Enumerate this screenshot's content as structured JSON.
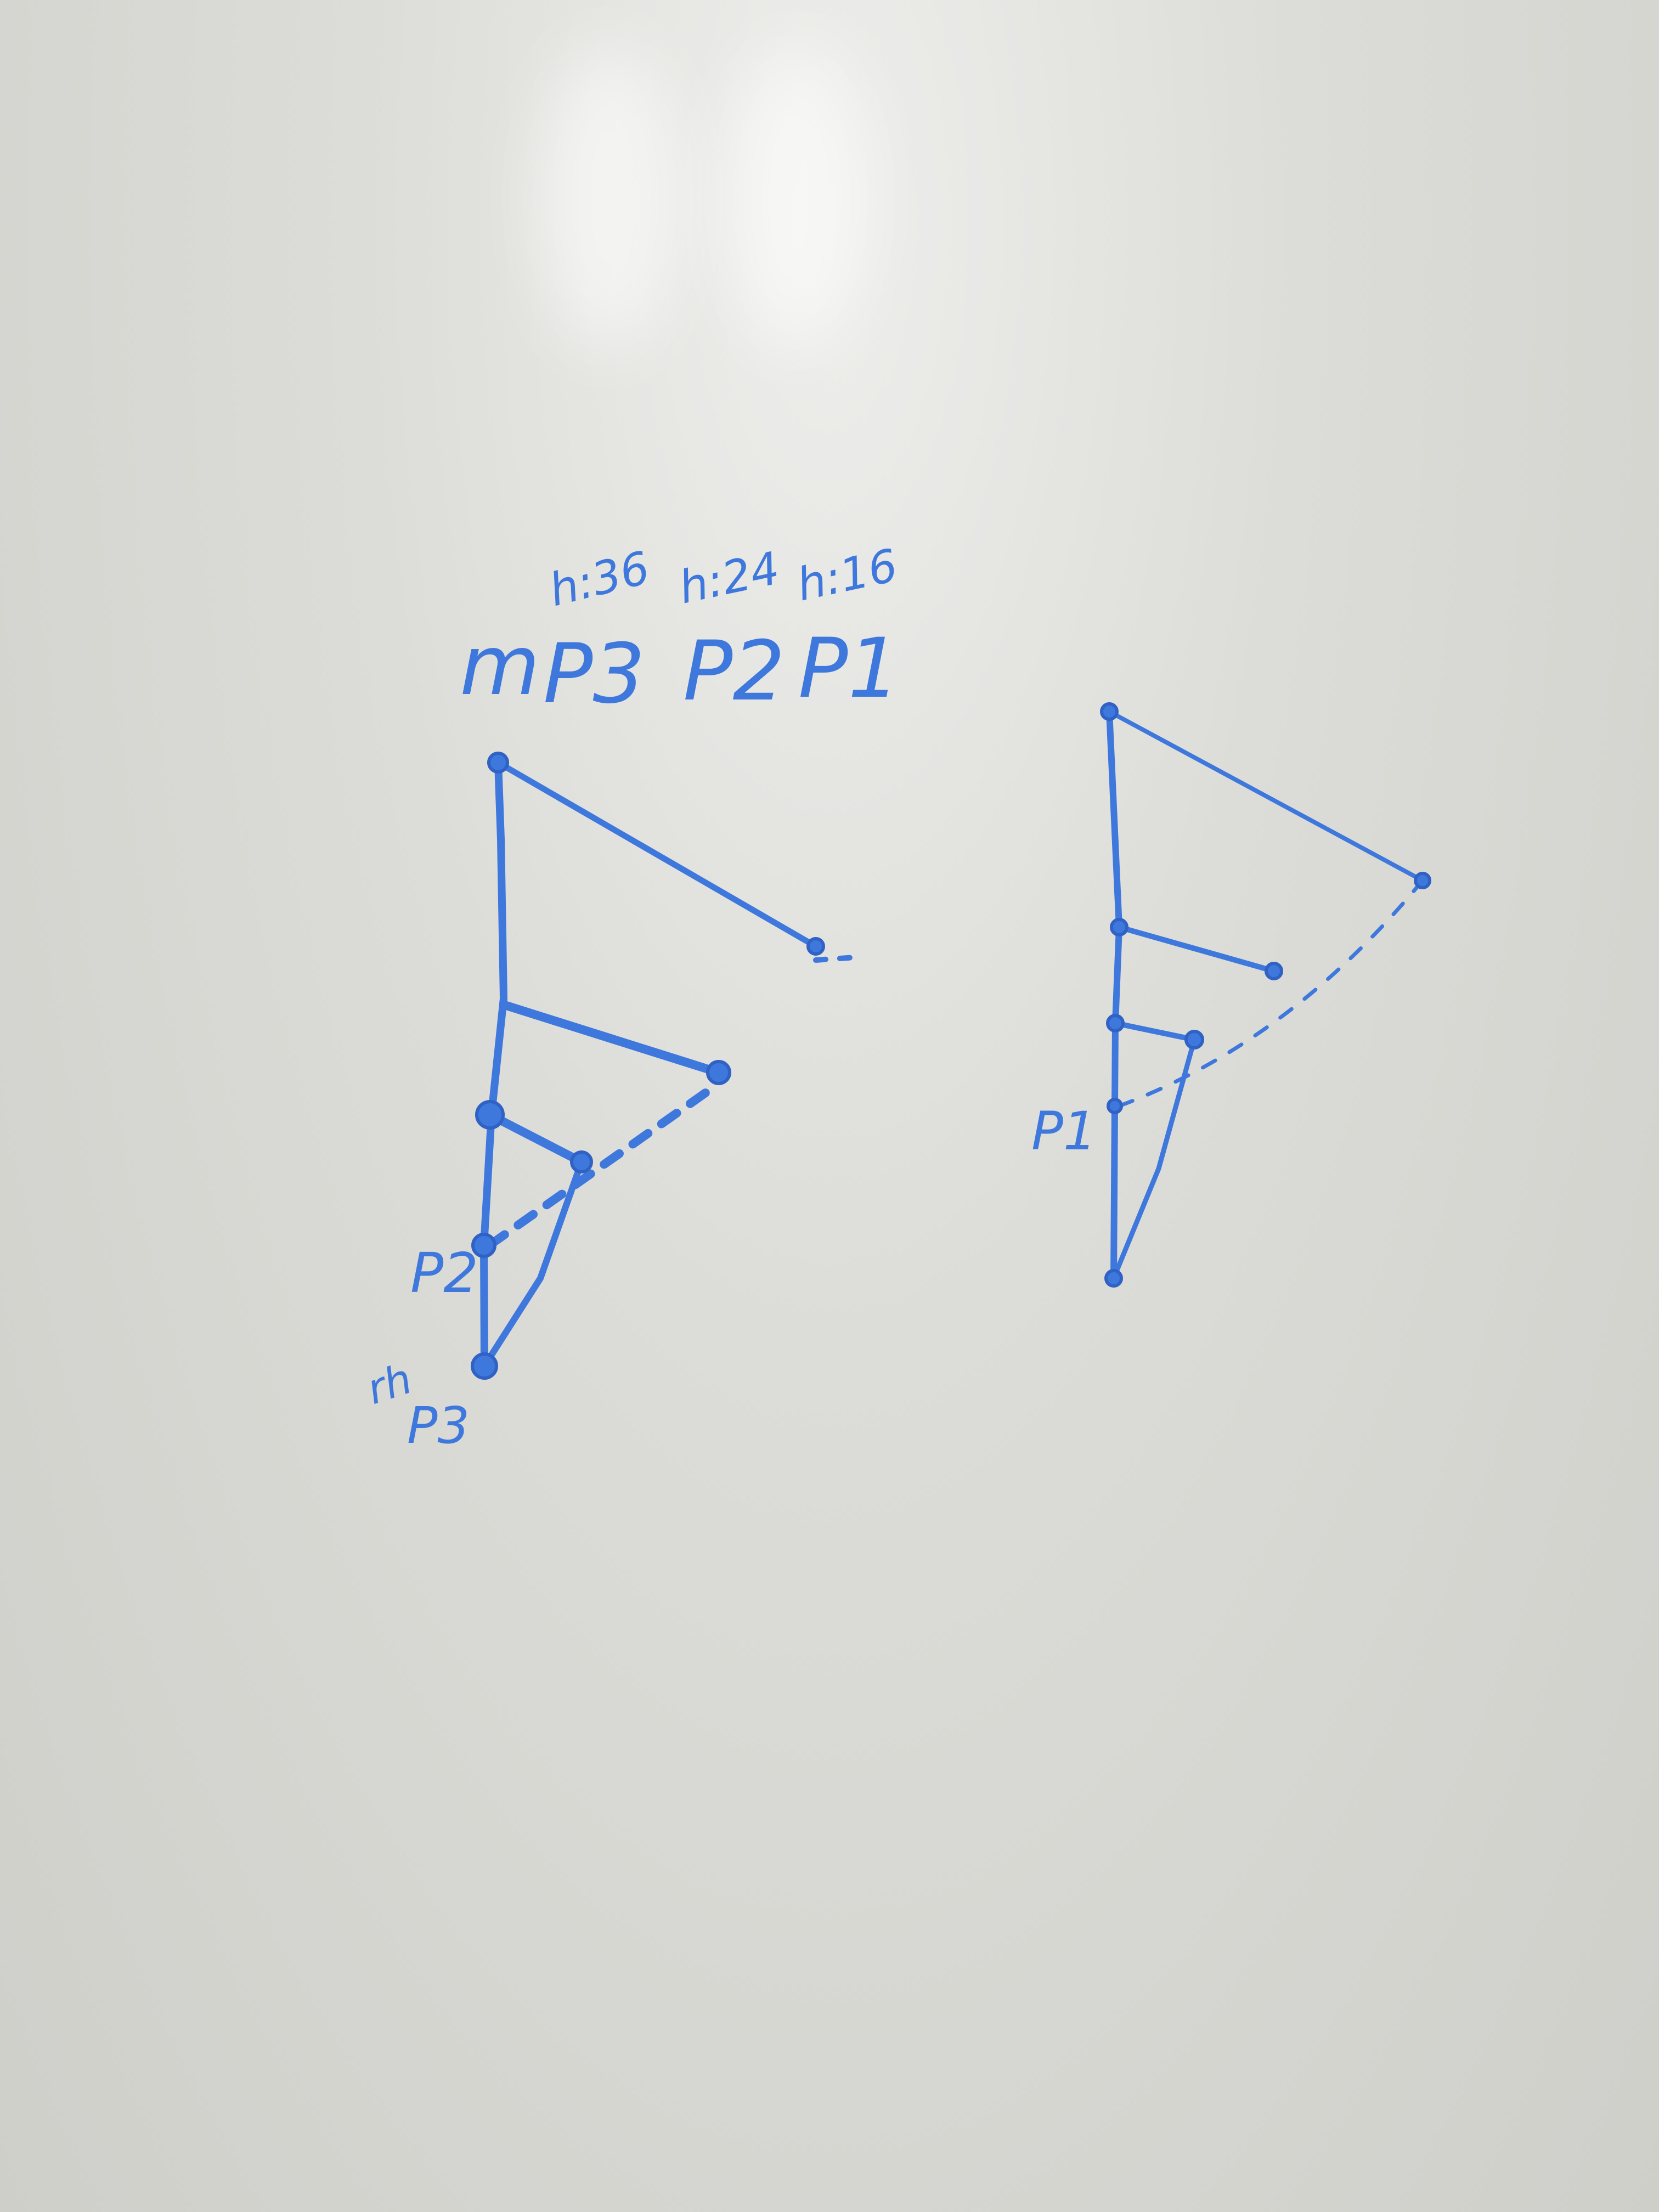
{
  "colors": {
    "ink": "#3f78dc",
    "board": "#dcdcd8"
  },
  "header_labels": {
    "m": "m",
    "p3": "P3",
    "p2": "P2",
    "p1": "P1",
    "h36": "h:36",
    "h24": "h:24",
    "h16": "h:16"
  },
  "left_diagram": {
    "p2_label": "P2",
    "rh_label": "rh",
    "p3_label": "P3"
  },
  "right_diagram": {
    "p1_label": "P1"
  }
}
